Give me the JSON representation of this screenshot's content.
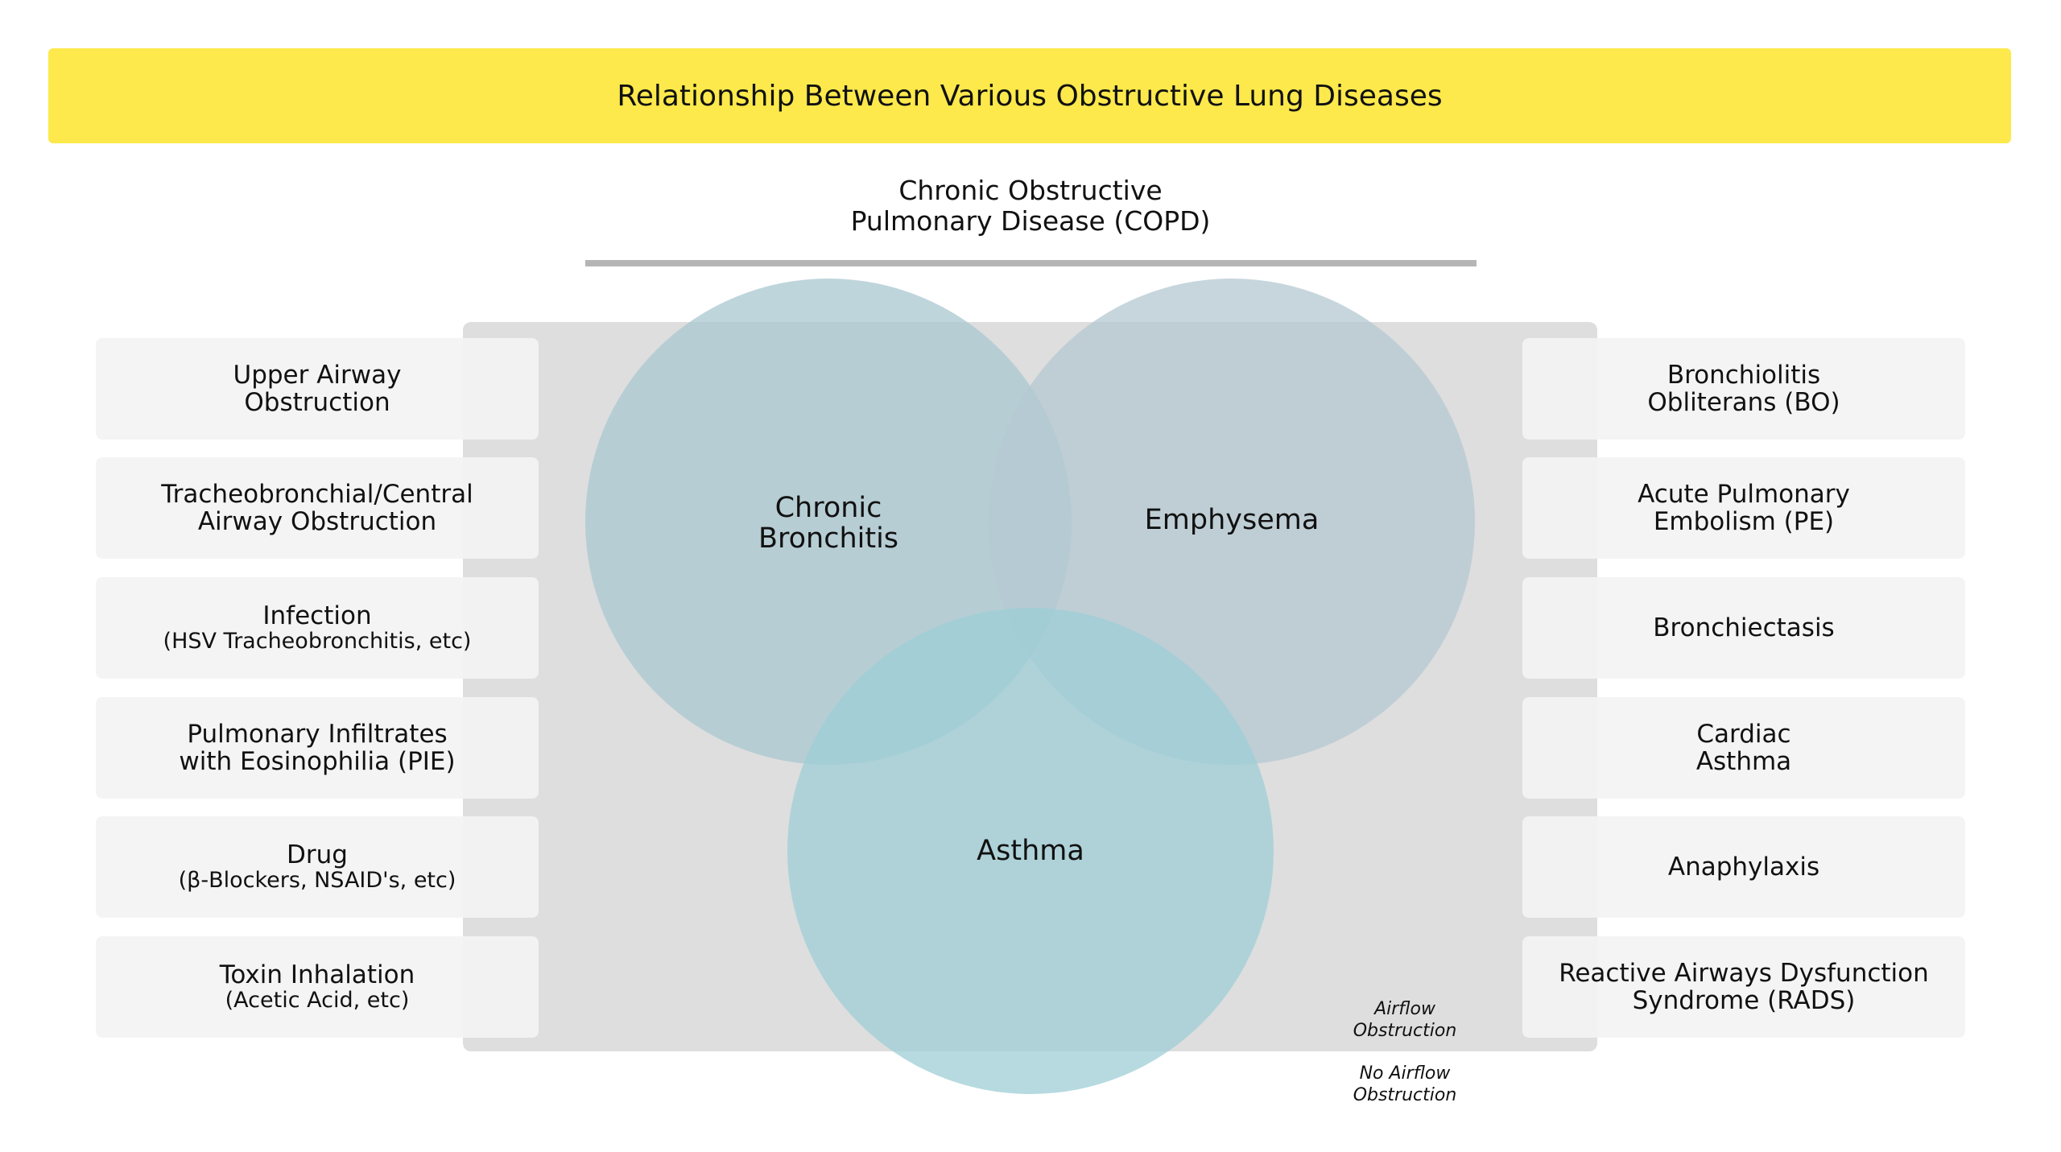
{
  "title": "Relationship Between Various Obstructive Lung Diseases",
  "copd_label": [
    "Chronic Obstructive",
    "Pulmonary Disease (COPD)"
  ],
  "circles": [
    {
      "label": [
        "Chronic",
        "Bronchitis"
      ],
      "color": "#aac7d0"
    },
    {
      "label": [
        "Emphysema"
      ],
      "color": "#b4c8d1"
    },
    {
      "label": [
        "Asthma"
      ],
      "color": "#9dced6"
    }
  ],
  "left_items": [
    {
      "title": [
        "Upper Airway",
        "Obstruction"
      ],
      "sub": ""
    },
    {
      "title": [
        "Tracheobronchial/Central",
        "Airway Obstruction"
      ],
      "sub": ""
    },
    {
      "title": [
        "Infection"
      ],
      "sub": "(HSV Tracheobronchitis, etc)"
    },
    {
      "title": [
        "Pulmonary Infiltrates",
        "with Eosinophilia (PIE)"
      ],
      "sub": ""
    },
    {
      "title": [
        "Drug"
      ],
      "sub": "(β-Blockers, NSAID's, etc)"
    },
    {
      "title": [
        "Toxin Inhalation"
      ],
      "sub": "(Acetic Acid, etc)"
    }
  ],
  "right_items": [
    {
      "title": [
        "Bronchiolitis",
        "Obliterans (BO)"
      ]
    },
    {
      "title": [
        "Acute Pulmonary",
        "Embolism (PE)"
      ]
    },
    {
      "title": [
        "Bronchiectasis"
      ]
    },
    {
      "title": [
        "Cardiac",
        "Asthma"
      ]
    },
    {
      "title": [
        "Anaphylaxis"
      ]
    },
    {
      "title": [
        "Reactive Airways Dysfunction",
        "Syndrome (RADS)"
      ]
    }
  ],
  "legend": {
    "airflow": [
      "Airflow",
      "Obstruction"
    ],
    "no_airflow": [
      "No Airflow",
      "Obstruction"
    ]
  },
  "colors": {
    "title_bg": "#fde94b",
    "region_bg": "#dedede",
    "box_bg": "#f3f3f3"
  }
}
